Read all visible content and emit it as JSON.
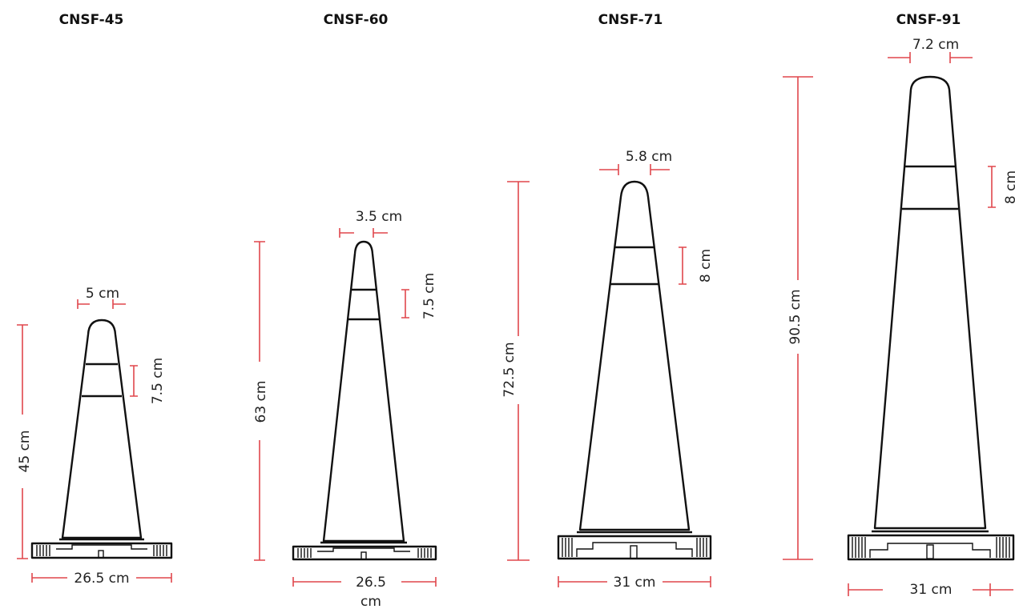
{
  "colors": {
    "dimension_line": "#e0474c",
    "outline": "#111111",
    "background": "#ffffff"
  },
  "cones": [
    {
      "model": "CNSF-45",
      "top_width": "5 cm",
      "band_height": "7.5 cm",
      "total_height": "45 cm",
      "base_width": "26.5 cm"
    },
    {
      "model": "CNSF-60",
      "top_width": "3.5 cm",
      "band_height": "7.5 cm",
      "total_height": "63 cm",
      "base_width_line1": "26.5",
      "base_width_line2": "cm"
    },
    {
      "model": "CNSF-71",
      "top_width": "5.8 cm",
      "band_height": "8 cm",
      "total_height": "72.5 cm",
      "base_width": "31 cm"
    },
    {
      "model": "CNSF-91",
      "top_width": "7.2 cm",
      "band_height": "8 cm",
      "total_height": "90.5 cm",
      "base_width": "31 cm"
    }
  ]
}
